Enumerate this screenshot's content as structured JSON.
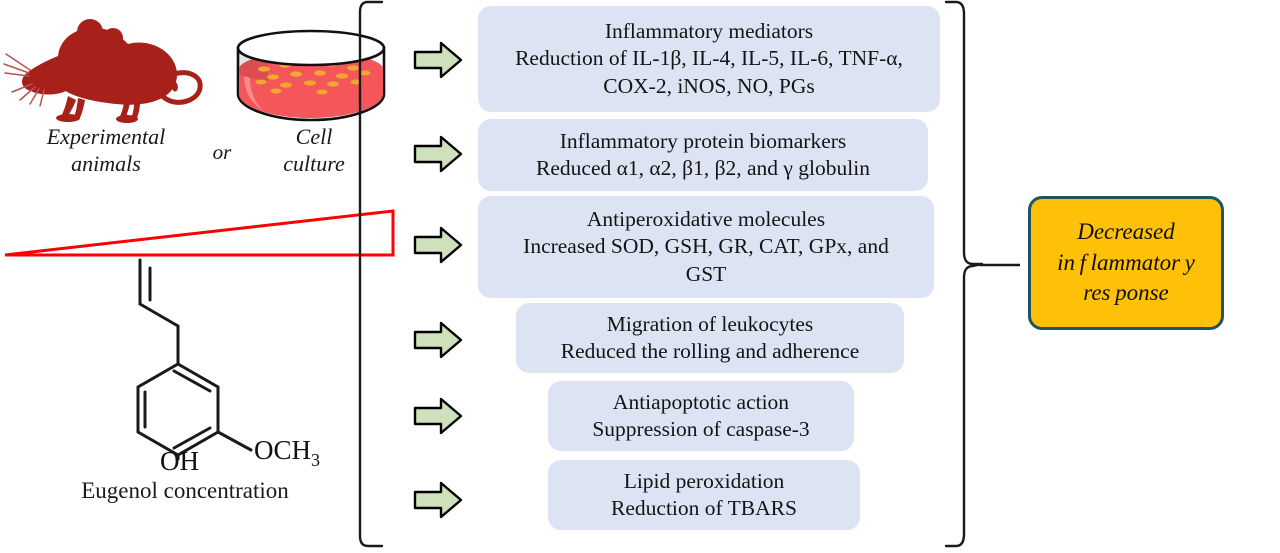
{
  "figure": {
    "title": "Eugenol anti-inflammatory mechanism flow diagram",
    "colors": {
      "effect_box_fill": "#dce3f2",
      "output_box_fill": "#FFC107",
      "output_box_border": "#1f5560",
      "arrow_fill": "#cfe0bd",
      "arrow_stroke": "#000000",
      "mouse_red": "#A8201A",
      "dish_agar": "#F4565A",
      "dish_colony": "#F0A830",
      "triangle_red": "#FF0000",
      "structure_line": "#1a1a1a"
    }
  },
  "inputs": {
    "mouse_icon": "mouse-icon",
    "dish_icon": "petri-dish-icon",
    "animals_label_line1": "Experimental",
    "animals_label_line2": "animals",
    "or_label": "or",
    "cell_label_line1": "Cell",
    "cell_label_line2": "culture",
    "gradient_icon": "concentration-gradient-triangle",
    "structure_icon": "eugenol-structure",
    "structure_labels": {
      "methoxy": "OCH",
      "methoxy_sub": "3",
      "hydroxyl": "OH"
    },
    "concentration_caption": "Eugenol concentration"
  },
  "arrows": [
    {
      "name": "arrow-1",
      "icon": "right-block-arrow"
    },
    {
      "name": "arrow-2",
      "icon": "right-block-arrow"
    },
    {
      "name": "arrow-3",
      "icon": "right-block-arrow"
    },
    {
      "name": "arrow-4",
      "icon": "right-block-arrow"
    },
    {
      "name": "arrow-5",
      "icon": "right-block-arrow"
    },
    {
      "name": "arrow-6",
      "icon": "right-block-arrow"
    }
  ],
  "effects": [
    {
      "heading": "Inflammatory mediators",
      "detail_line1": "Reduction of IL-1β, IL-4, IL-5, IL-6, TNF-α,",
      "detail_line2": "COX-2, iNOS, NO, PGs"
    },
    {
      "heading": "Inflammatory protein biomarkers",
      "detail_line1": "Reduced α1, α2, β1, β2, and γ globulin",
      "detail_line2": ""
    },
    {
      "heading": "Antiperoxidative molecules",
      "detail_line1": "Increased SOD, GSH, GR, CAT, GPx, and",
      "detail_line2": "GST"
    },
    {
      "heading": "Migration of leukocytes",
      "detail_line1": "Reduced the rolling and adherence",
      "detail_line2": ""
    },
    {
      "heading": "Antiapoptotic action",
      "detail_line1": "Suppression of caspase-3",
      "detail_line2": ""
    },
    {
      "heading": "Lipid peroxidation",
      "detail_line1": "Reduction of TBARS",
      "detail_line2": ""
    }
  ],
  "output": {
    "line1": "Decreased",
    "line2": "in f lammator y",
    "line3": "res ponse"
  }
}
